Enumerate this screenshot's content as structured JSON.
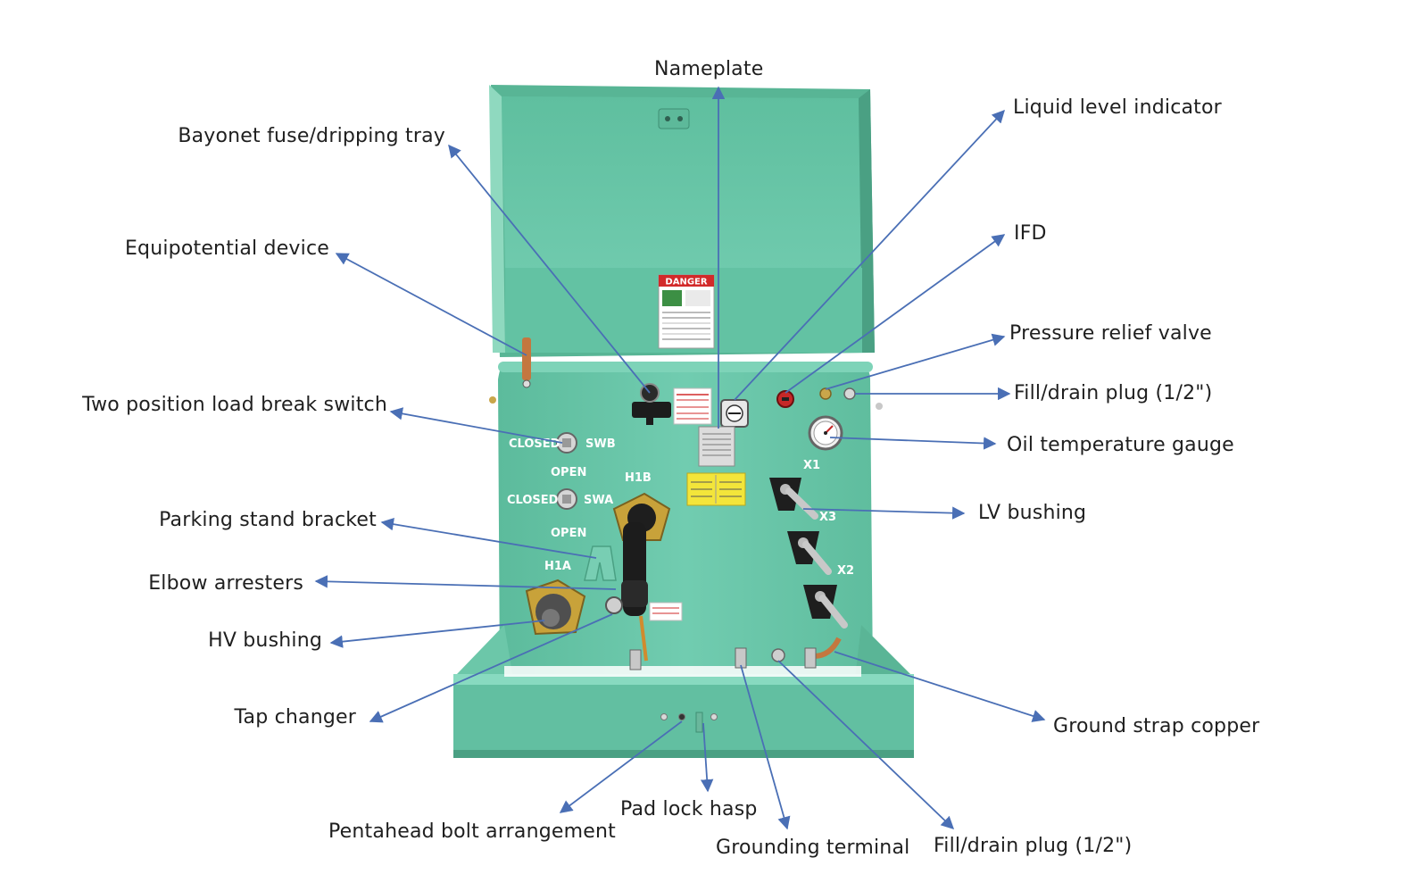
{
  "labels": {
    "nameplate": "Nameplate",
    "liquid_level_indicator": "Liquid level indicator",
    "bayonet_fuse": "Bayonet fuse/dripping tray",
    "equipotential_device": "Equipotential device",
    "ifd": "IFD",
    "pressure_relief_valve": "Pressure relief valve",
    "fill_drain_plug_top": "Fill/drain plug (1/2\")",
    "two_position_switch": "Two position load break switch",
    "oil_temperature_gauge": "Oil temperature gauge",
    "lv_bushing": "LV bushing",
    "parking_stand_bracket": "Parking stand bracket",
    "elbow_arresters": "Elbow arresters",
    "hv_bushing": "HV bushing",
    "tap_changer": "Tap changer",
    "ground_strap_copper": "Ground strap copper",
    "pad_lock_hasp": "Pad lock hasp",
    "pentahead_bolt": "Pentahead bolt arrangement",
    "grounding_terminal": "Grounding terminal",
    "fill_drain_plug_bottom": "Fill/drain plug (1/2\")"
  },
  "panel_markings": {
    "closed_b": "CLOSED",
    "swb": "SWB",
    "open_b": "OPEN",
    "closed_a": "CLOSED",
    "swa": "SWA",
    "open_a": "OPEN",
    "h1b": "H1B",
    "h1a": "H1A",
    "x1": "X1",
    "x3": "X3",
    "x2": "X2",
    "danger": "DANGER"
  },
  "colors": {
    "cabinet": "#6cc7a9",
    "cabinet_dark": "#4fa88b",
    "arrow": "#4a6fb5"
  }
}
